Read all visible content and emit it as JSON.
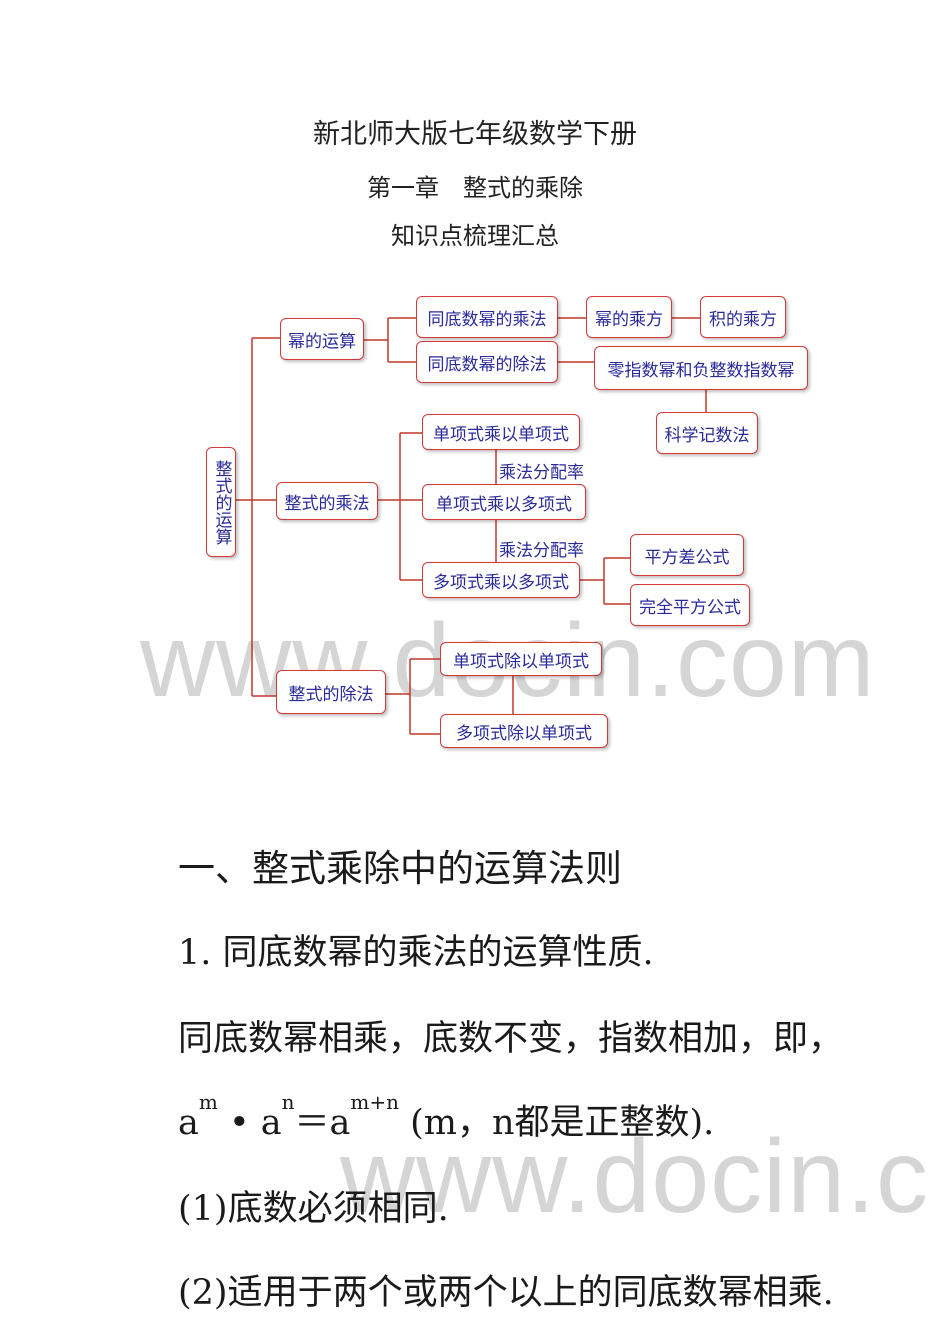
{
  "header": {
    "title": "新北师大版七年级数学下册",
    "chapter": "第一章　整式的乘除",
    "subtitle": "知识点梳理汇总"
  },
  "mindmap": {
    "root": "整式的运算",
    "power_ops": "幂的运算",
    "same_base_mul": "同底数幂的乘法",
    "power_of_power": "幂的乘方",
    "power_of_product": "积的乘方",
    "same_base_div": "同底数幂的除法",
    "zero_negative_exp": "零指数幂和负整数指数幂",
    "sci_notation": "科学记数法",
    "poly_mul": "整式的乘法",
    "mono_mul_mono": "单项式乘以单项式",
    "distributive_1": "乘法分配率",
    "mono_mul_poly": "单项式乘以多项式",
    "distributive_2": "乘法分配率",
    "poly_mul_poly": "多项式乘以多项式",
    "diff_squares": "平方差公式",
    "perfect_square": "完全平方公式",
    "poly_div": "整式的除法",
    "mono_div_mono": "单项式除以单项式",
    "poly_div_mono": "多项式除以单项式"
  },
  "watermark": {
    "top": "www.docin.com",
    "bottom": "www.docin.c"
  },
  "body": {
    "section_heading": "一、整式乘除中的运算法则",
    "item1_title": "1. 同底数幂的乘法的运算性质.",
    "rule_text": "同底数幂相乘，底数不变，指数相加，即，",
    "formula": {
      "a1": "a",
      "m1": "m",
      "dot": " • ",
      "a2": "a",
      "n1": "n",
      "eq": "＝",
      "a3": "a",
      "exp": "m+n",
      "note": " (m，n都是正整数)."
    },
    "point1": "(1)底数必须相同.",
    "point2": "(2)适用于两个或两个以上的同底数幂相乘."
  }
}
